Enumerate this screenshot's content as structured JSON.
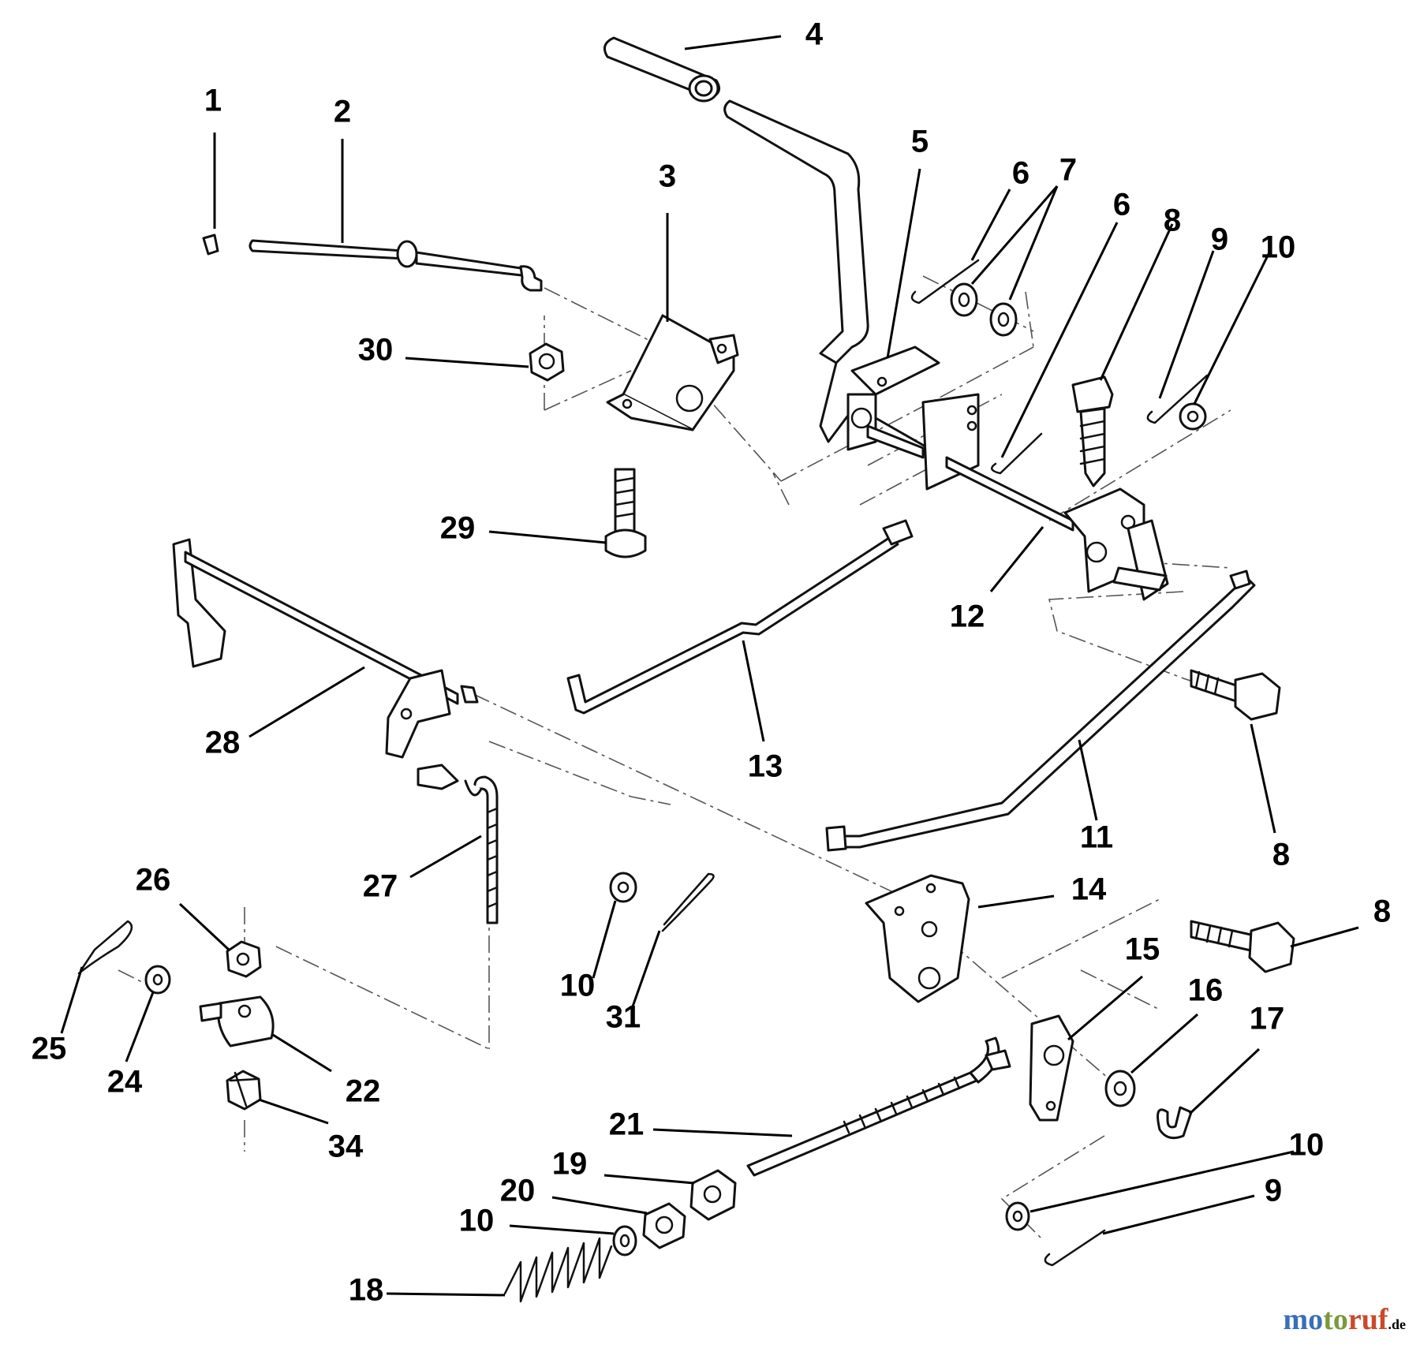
{
  "diagram": {
    "title": "Lift linkage exploded parts diagram",
    "callouts": [
      {
        "id": "c1",
        "label": "1"
      },
      {
        "id": "c2",
        "label": "2"
      },
      {
        "id": "c3",
        "label": "3"
      },
      {
        "id": "c4",
        "label": "4"
      },
      {
        "id": "c5",
        "label": "5"
      },
      {
        "id": "c6a",
        "label": "6"
      },
      {
        "id": "c7",
        "label": "7"
      },
      {
        "id": "c6b",
        "label": "6"
      },
      {
        "id": "c8a",
        "label": "8"
      },
      {
        "id": "c9a",
        "label": "9"
      },
      {
        "id": "c10a",
        "label": "10"
      },
      {
        "id": "c30",
        "label": "30"
      },
      {
        "id": "c29",
        "label": "29"
      },
      {
        "id": "c12",
        "label": "12"
      },
      {
        "id": "c13",
        "label": "13"
      },
      {
        "id": "c28",
        "label": "28"
      },
      {
        "id": "c11",
        "label": "11"
      },
      {
        "id": "c8b",
        "label": "8"
      },
      {
        "id": "c27",
        "label": "27"
      },
      {
        "id": "c26",
        "label": "26"
      },
      {
        "id": "c14",
        "label": "14"
      },
      {
        "id": "c8c",
        "label": "8"
      },
      {
        "id": "c10b",
        "label": "10"
      },
      {
        "id": "c31",
        "label": "31"
      },
      {
        "id": "c15",
        "label": "15"
      },
      {
        "id": "c25",
        "label": "25"
      },
      {
        "id": "c24",
        "label": "24"
      },
      {
        "id": "c22",
        "label": "22"
      },
      {
        "id": "c16",
        "label": "16"
      },
      {
        "id": "c17",
        "label": "17"
      },
      {
        "id": "c34",
        "label": "34"
      },
      {
        "id": "c21",
        "label": "21"
      },
      {
        "id": "c19",
        "label": "19"
      },
      {
        "id": "c10c",
        "label": "10"
      },
      {
        "id": "c20",
        "label": "20"
      },
      {
        "id": "c10d",
        "label": "10"
      },
      {
        "id": "c9b",
        "label": "9"
      },
      {
        "id": "c18",
        "label": "18"
      }
    ]
  },
  "watermark": {
    "a": "mo",
    "b": "to",
    "c": "ruf",
    "suffix": ".de"
  }
}
